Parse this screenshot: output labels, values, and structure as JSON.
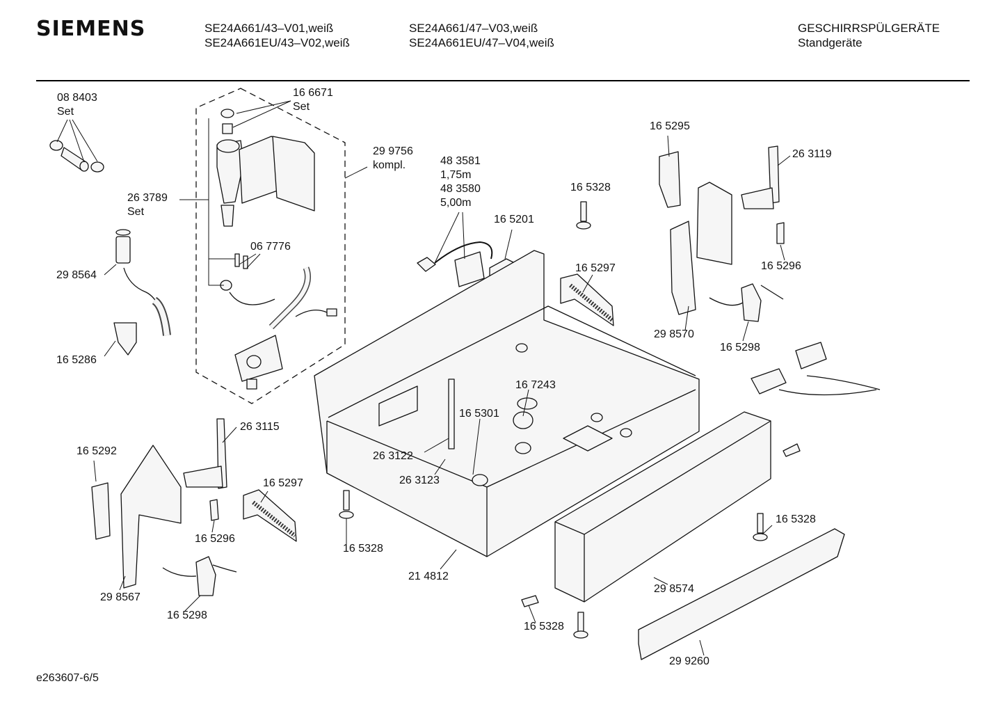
{
  "header": {
    "brand": "SIEMENS",
    "models_col1": [
      "SE24A661/43–V01,weiß",
      "SE24A661EU/43–V02,weiß"
    ],
    "models_col2": [
      "SE24A661/47–V03,weiß",
      "SE24A661EU/47–V04,weiß"
    ],
    "category": [
      "GESCHIRRSPÜLGERÄTE",
      "Standgeräte"
    ]
  },
  "footer": {
    "doc_id": "e263607-6/5"
  },
  "colors": {
    "ink": "#111111",
    "part_fill": "#f6f6f6",
    "rule": "#000000"
  },
  "callouts": [
    {
      "id": "p088403",
      "text": "08 8403\nSet"
    },
    {
      "id": "p166671",
      "text": "16 6671\nSet"
    },
    {
      "id": "p299756",
      "text": "29 9756\nkompl."
    },
    {
      "id": "p263789",
      "text": "26 3789\nSet"
    },
    {
      "id": "p298564",
      "text": "29 8564"
    },
    {
      "id": "p067776",
      "text": "06 7776"
    },
    {
      "id": "p165286",
      "text": "16 5286"
    },
    {
      "id": "p483581",
      "text": "48 3581\n1,75m\n48 3580\n5,00m"
    },
    {
      "id": "p165201",
      "text": "16 5201"
    },
    {
      "id": "p165328a",
      "text": "16 5328"
    },
    {
      "id": "p165297a",
      "text": "16 5297"
    },
    {
      "id": "p165295",
      "text": "16 5295"
    },
    {
      "id": "p263119",
      "text": "26 3119"
    },
    {
      "id": "p165296a",
      "text": "16 5296"
    },
    {
      "id": "p298570",
      "text": "29 8570"
    },
    {
      "id": "p165298a",
      "text": "16 5298"
    },
    {
      "id": "p167243",
      "text": "16 7243"
    },
    {
      "id": "p165301",
      "text": "16 5301"
    },
    {
      "id": "p263115",
      "text": "26 3115"
    },
    {
      "id": "p165292",
      "text": "16 5292"
    },
    {
      "id": "p263122",
      "text": "26 3122"
    },
    {
      "id": "p263123",
      "text": "26 3123"
    },
    {
      "id": "p165297b",
      "text": "16 5297"
    },
    {
      "id": "p165296b",
      "text": "16 5296"
    },
    {
      "id": "p165328b",
      "text": "16 5328"
    },
    {
      "id": "p214812",
      "text": "21 4812"
    },
    {
      "id": "p298567",
      "text": "29 8567"
    },
    {
      "id": "p165298b",
      "text": "16 5298"
    },
    {
      "id": "p165328c",
      "text": "16 5328"
    },
    {
      "id": "p298574",
      "text": "29 8574"
    },
    {
      "id": "p165328d",
      "text": "16 5328"
    },
    {
      "id": "p299260",
      "text": "29 9260"
    }
  ]
}
